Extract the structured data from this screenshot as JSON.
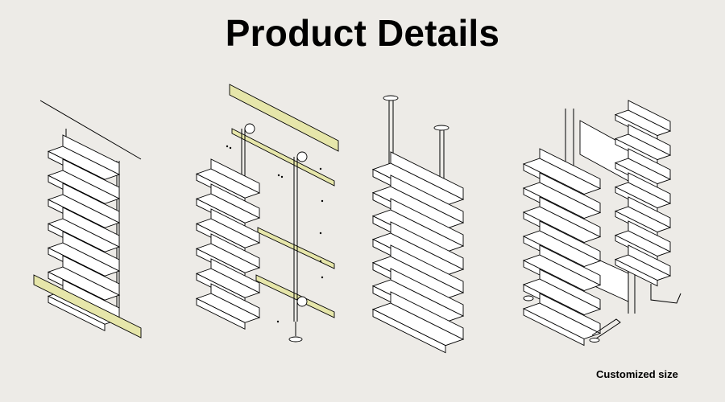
{
  "title": "Product Details",
  "caption": "Customized size",
  "colors": {
    "background": "#edebe7",
    "line": "#000000",
    "accent_rail": "#e6e6aa",
    "shelf": "#ffffff"
  },
  "figures": [
    {
      "name": "wall-mounted-shelving-unit"
    },
    {
      "name": "exploded-shelving-assembly"
    },
    {
      "name": "floor-to-ceiling-pole-shelving"
    },
    {
      "name": "double-sided-exploded-shelving"
    }
  ]
}
